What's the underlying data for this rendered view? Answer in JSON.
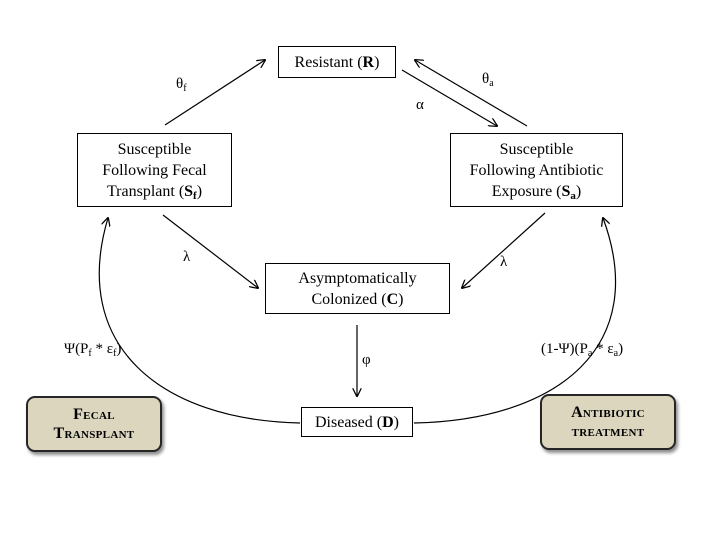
{
  "nodes": {
    "resistant": {
      "text": "Resistant (",
      "bold": "R",
      "close": ")"
    },
    "sf": {
      "line1": "Susceptible",
      "line2": "Following Fecal",
      "line3": "Transplant (",
      "bold": "S",
      "sub": "f",
      "close": ")"
    },
    "sa": {
      "line1": "Susceptible",
      "line2": "Following Antibiotic",
      "line3": "Exposure (",
      "bold": "S",
      "sub": "a",
      "close": ")"
    },
    "colonized": {
      "line1": "Asymptomatically",
      "line2": "Colonized (",
      "bold": "C",
      "close": ")"
    },
    "diseased": {
      "text": "Diseased (",
      "bold": "D",
      "close": ")"
    }
  },
  "rates": {
    "theta_f": {
      "sym": "θ",
      "sub": "f"
    },
    "theta_a": {
      "sym": "θ",
      "sub": "a"
    },
    "alpha": "α",
    "lambda_left": "λ",
    "lambda_right": "λ",
    "phi": "φ",
    "fecal_rate": {
      "a": "Ψ(P",
      "a_sub": "f",
      "b": " * ε",
      "b_sub": "f",
      "c": ")"
    },
    "antibiotic_rate": {
      "a": "(1-Ψ)(P",
      "a_sub": "a",
      "b": " * ε",
      "b_sub": "a",
      "c": ")"
    }
  },
  "treatments": {
    "fecal": {
      "line1": "Fecal",
      "line2": "Transplant"
    },
    "antibiotic": {
      "line1": "Antibiotic",
      "line2": "treatment"
    }
  }
}
